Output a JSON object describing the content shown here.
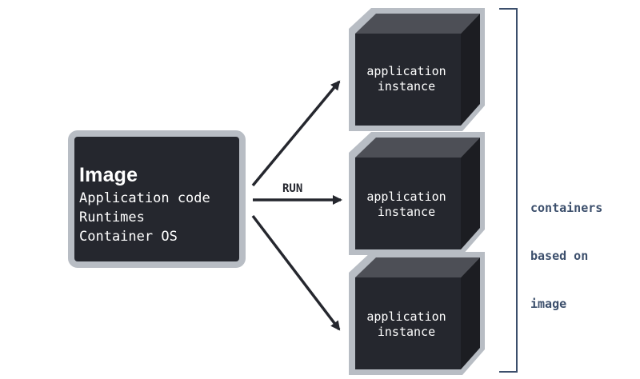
{
  "image_box": {
    "title": "Image",
    "lines": [
      "Application code",
      "Runtimes",
      "Container OS"
    ]
  },
  "run_label": "RUN",
  "instances": [
    {
      "line1": "application",
      "line2": "instance"
    },
    {
      "line1": "application",
      "line2": "instance"
    },
    {
      "line1": "application",
      "line2": "instance"
    }
  ],
  "bracket_label": {
    "line1": "containers",
    "line2": "based on",
    "line3": "image"
  },
  "colors": {
    "box_fill": "#25272e",
    "box_border": "#b8bdc4",
    "cube_top": "#4d4f56",
    "cube_side": "#1c1d22",
    "arrow": "#25272e",
    "bracket": "#3c4f6c",
    "text_dark": "#3c4f6c"
  }
}
